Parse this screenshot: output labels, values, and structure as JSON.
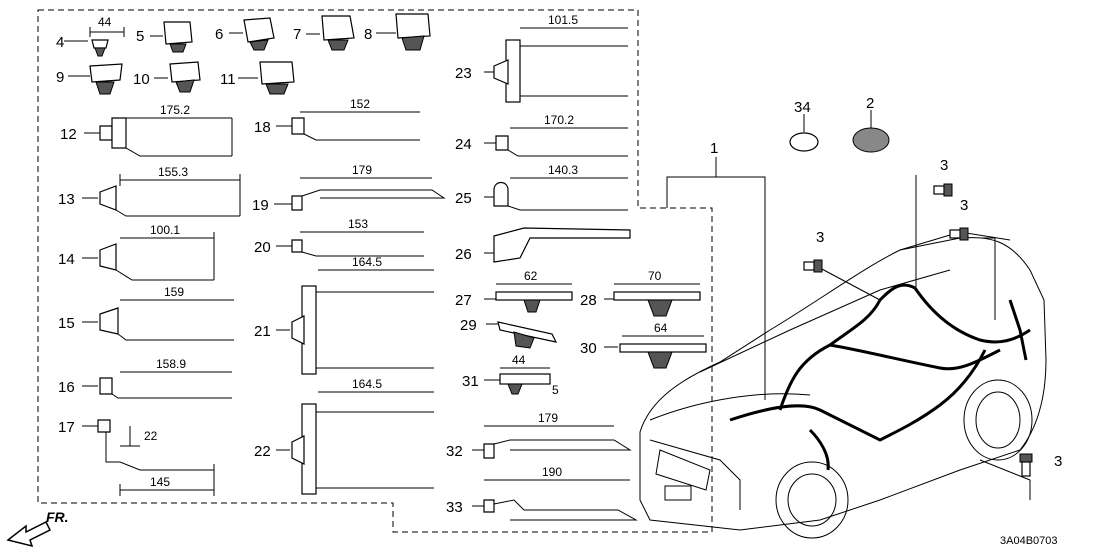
{
  "callouts": [
    {
      "id": "c4",
      "label": "4"
    },
    {
      "id": "c5",
      "label": "5"
    },
    {
      "id": "c6",
      "label": "6"
    },
    {
      "id": "c7",
      "label": "7"
    },
    {
      "id": "c8",
      "label": "8"
    },
    {
      "id": "c9",
      "label": "9"
    },
    {
      "id": "c10",
      "label": "10"
    },
    {
      "id": "c11",
      "label": "11"
    },
    {
      "id": "c12",
      "label": "12"
    },
    {
      "id": "c13",
      "label": "13"
    },
    {
      "id": "c14",
      "label": "14"
    },
    {
      "id": "c15",
      "label": "15"
    },
    {
      "id": "c16",
      "label": "16"
    },
    {
      "id": "c17",
      "label": "17"
    },
    {
      "id": "c18",
      "label": "18"
    },
    {
      "id": "c19",
      "label": "19"
    },
    {
      "id": "c20",
      "label": "20"
    },
    {
      "id": "c21",
      "label": "21"
    },
    {
      "id": "c22",
      "label": "22"
    },
    {
      "id": "c23",
      "label": "23"
    },
    {
      "id": "c24",
      "label": "24"
    },
    {
      "id": "c25",
      "label": "25"
    },
    {
      "id": "c26",
      "label": "26"
    },
    {
      "id": "c27",
      "label": "27"
    },
    {
      "id": "c28",
      "label": "28"
    },
    {
      "id": "c29",
      "label": "29"
    },
    {
      "id": "c30",
      "label": "30"
    },
    {
      "id": "c31",
      "label": "31"
    },
    {
      "id": "c32",
      "label": "32"
    },
    {
      "id": "c33",
      "label": "33"
    },
    {
      "id": "c34",
      "label": "34"
    },
    {
      "id": "c2",
      "label": "2"
    },
    {
      "id": "c1",
      "label": "1"
    },
    {
      "id": "c3a",
      "label": "3"
    },
    {
      "id": "c3b",
      "label": "3"
    },
    {
      "id": "c3c",
      "label": "3"
    },
    {
      "id": "c3d",
      "label": "3"
    }
  ],
  "dimensions": {
    "d4": "44",
    "d12": "175.2",
    "d13": "155.3",
    "d14": "100.1",
    "d15": "159",
    "d16": "158.9",
    "d17a": "22",
    "d17b": "145",
    "d18": "152",
    "d19": "179",
    "d20": "153",
    "d21": "164.5",
    "d22": "164.5",
    "d23": "101.5",
    "d24": "170.2",
    "d25": "140.3",
    "d27": "62",
    "d28": "70",
    "d30": "64",
    "d31a": "44",
    "d31b": "5",
    "d32": "179",
    "d33": "190"
  },
  "direction_label": "FR.",
  "diagram_code": "3A04B0703"
}
